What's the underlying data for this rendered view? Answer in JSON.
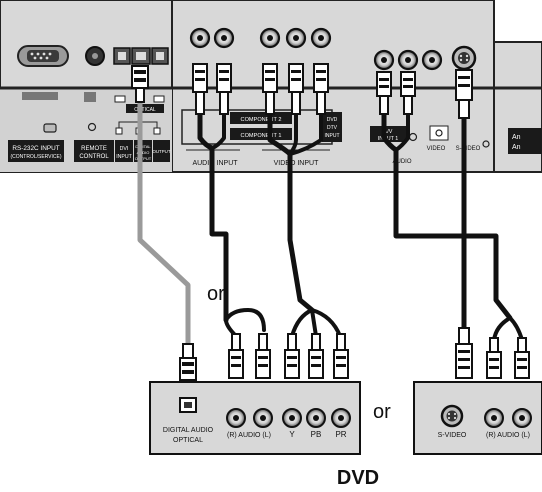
{
  "panel_labels": {
    "rs232c_input": "RS-232C INPUT",
    "rs232c_sub": "(CONTROL/SERVICE)",
    "remote_control_1": "REMOTE",
    "remote_control_2": "CONTROL",
    "dvi_input_1": "DVI",
    "dvi_input_2": "INPUT",
    "digital_audio_out_1": "DIGITAL",
    "digital_audio_out_2": "AUDIO",
    "digital_audio_out_3": "OUTPUT",
    "optical_label": "OPTICAL",
    "output_label": "OUTPUT",
    "component2": "COMPONENT 2",
    "component1": "COMPONENT 1",
    "dvd_dtv_input_1": "DVD",
    "dvd_dtv_input_2": "DTV",
    "dvd_dtv_input_3": "INPUT",
    "audio_input": "AUDIO INPUT",
    "video_input": "VIDEO INPUT",
    "av_input_1": "A/V",
    "av_input_2": "INPUT 1",
    "av_audio": "AUDIO",
    "video": "VIDEO",
    "s_video_panel": "S-VIDEO",
    "antenna_1": "An",
    "antenna_2": "An"
  },
  "or_labels": {
    "or_1": "or",
    "or_2": "or"
  },
  "device_left": {
    "digital_audio": "DIGITAL AUDIO",
    "optical": "OPTICAL",
    "audio": "(R) AUDIO (L)",
    "y": "Y",
    "pb": "PB",
    "pr": "PR"
  },
  "device_right": {
    "s_video": "S-VIDEO",
    "audio": "(R) AUDIO (L)"
  },
  "caption": "DVD"
}
